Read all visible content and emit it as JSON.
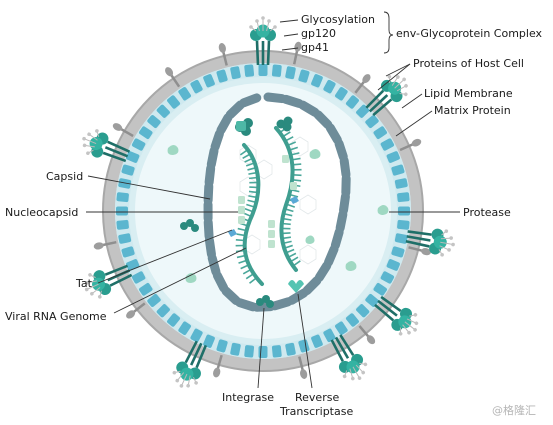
{
  "labels": {
    "glycosylation": "Glycosylation",
    "gp120": "gp120",
    "gp41": "gp41",
    "env_complex": "env-Glycoprotein Complex",
    "host_proteins": "Proteins of Host Cell",
    "lipid_membrane": "Lipid Membrane",
    "matrix_protein": "Matrix Protein",
    "capsid": "Capsid",
    "nucleocapsid": "Nucleocapsid",
    "protease": "Protease",
    "tat": "Tat",
    "viral_rna": "Viral RNA Genome",
    "integrase": "Integrase",
    "reverse_1": "Reverse",
    "reverse_2": "Transcriptase"
  },
  "watermark": "@格隆汇",
  "colors": {
    "membrane": "#bcbcbc",
    "membrane_edge": "#9a9a9a",
    "matrix": "#5bb6cf",
    "capsid": "#6e8c99",
    "glyco_teal": "#2a9d8f",
    "glyco_dark": "#1f6f68",
    "rna": "#4aa79a",
    "nucleocapsid": "#bfe3cf",
    "inner_fill": "#e9f6f8"
  },
  "icons": [
    "glycoprotein-icon",
    "host-protein-icon",
    "protease-icon",
    "integrase-icon",
    "reverse-transcriptase-icon",
    "tat-icon"
  ]
}
